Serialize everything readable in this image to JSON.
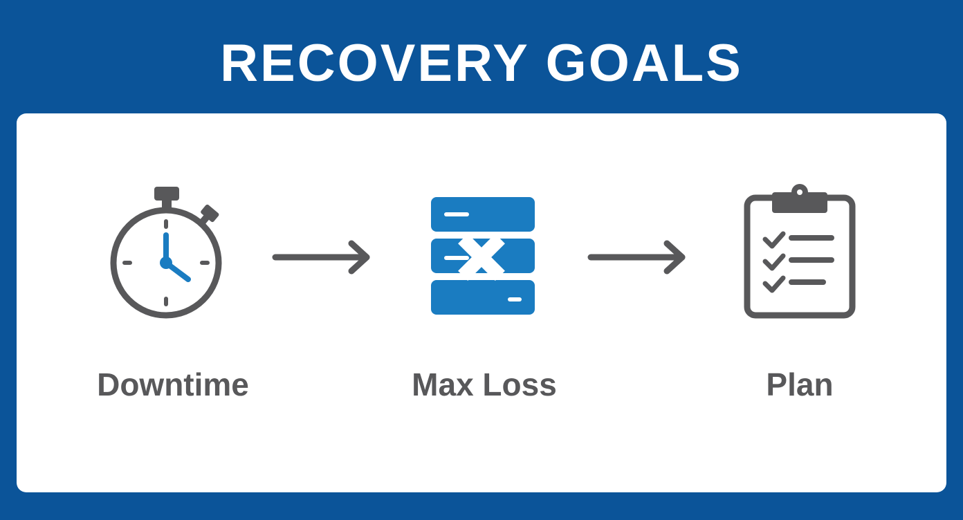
{
  "title": "RECOVERY GOALS",
  "colors": {
    "background": "#0B5499",
    "card": "#FFFFFF",
    "icon_gray": "#58585A",
    "icon_blue": "#1A7CC1",
    "label_gray": "#58585A"
  },
  "steps": [
    {
      "label": "Downtime",
      "icon": "stopwatch-icon"
    },
    {
      "label": "Max Loss",
      "icon": "database-error-icon"
    },
    {
      "label": "Plan",
      "icon": "clipboard-checklist-icon"
    }
  ],
  "connectors": [
    "arrow-right-icon",
    "arrow-right-icon"
  ]
}
